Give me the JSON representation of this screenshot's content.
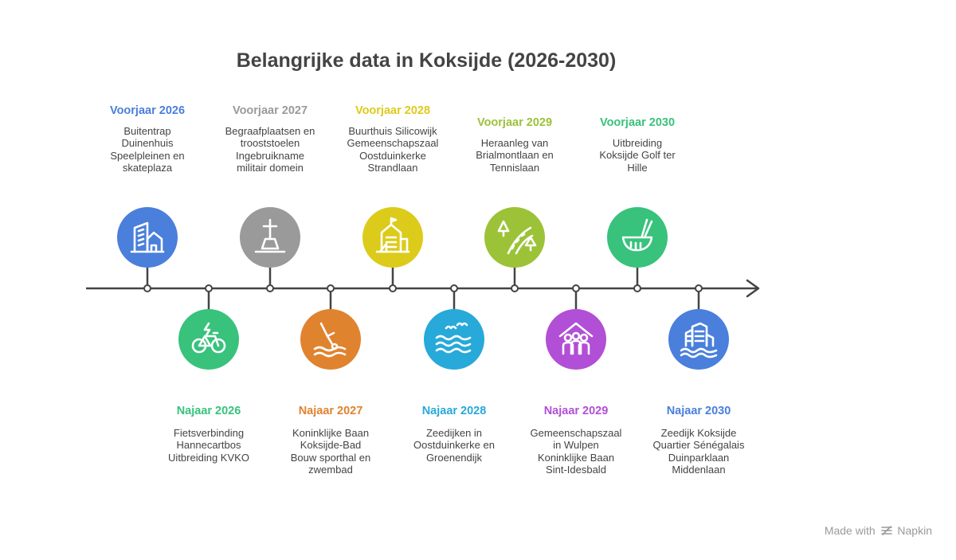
{
  "title": "Belangrijke data in Koksijde (2026-2030)",
  "footer": {
    "made_with": "Made with",
    "brand": "Napkin"
  },
  "colors": {
    "blue": "#4a7fdb",
    "green": "#38c27c",
    "gray": "#9a9a9a",
    "orange": "#e0832f",
    "yellow": "#dccb1a",
    "cyan": "#27a9d9",
    "lime": "#9cc238",
    "purple": "#b14fd6",
    "axis": "#444444"
  },
  "milestones": [
    {
      "period": "Voorjaar 2026",
      "lines": [
        "Buitentrap",
        "Duinenhuis",
        "Speelpleinen en",
        "skateplaza"
      ],
      "color": "#4a7fdb",
      "icon": "buildings-icon"
    },
    {
      "period": "Najaar 2026",
      "lines": [
        "Fietsverbinding",
        "Hannecartbos",
        "Uitbreiding KVKO"
      ],
      "color": "#38c27c",
      "icon": "e-bike-icon"
    },
    {
      "period": "Voorjaar 2027",
      "lines": [
        "Begraafplaatsen en",
        "trooststoelen",
        "Ingebruikname",
        "militair domein"
      ],
      "color": "#9a9a9a",
      "icon": "grave-cross-icon"
    },
    {
      "period": "Najaar 2027",
      "lines": [
        "Koninklijke Baan",
        "Koksijde-Bad",
        "Bouw sporthal en",
        "zwembad"
      ],
      "color": "#e0832f",
      "icon": "diver-icon"
    },
    {
      "period": "Voorjaar 2028",
      "lines": [
        "Buurthuis Silicowijk",
        "Gemeenschapszaal",
        "Oostduinkerke",
        "Strandlaan"
      ],
      "color": "#dccb1a",
      "icon": "community-house-icon"
    },
    {
      "period": "Najaar 2028",
      "lines": [
        "Zeedijken in",
        "Oostduinkerke en",
        "Groenendijk"
      ],
      "color": "#27a9d9",
      "icon": "sea-waves-icon"
    },
    {
      "period": "Voorjaar 2029",
      "lines": [
        "Heraanleg van",
        "Brialmontlaan en",
        "Tennislaan"
      ],
      "color": "#9cc238",
      "icon": "forest-road-icon"
    },
    {
      "period": "Najaar 2029",
      "lines": [
        "Gemeenschapszaal",
        "in Wulpen",
        "Koninklijke Baan",
        "Sint-Idesbald"
      ],
      "color": "#b14fd6",
      "icon": "people-house-icon"
    },
    {
      "period": "Voorjaar 2030",
      "lines": [
        "Uitbreiding",
        "Koksijde Golf ter",
        "Hille"
      ],
      "color": "#38c27c",
      "icon": "golf-club-icon"
    },
    {
      "period": "Najaar 2030",
      "lines": [
        "Zeedijk Koksijde",
        "Quartier Sénégalais",
        "Duinparklaan",
        "Middenlaan"
      ],
      "color": "#4a7fdb",
      "icon": "seaside-buildings-icon"
    }
  ]
}
